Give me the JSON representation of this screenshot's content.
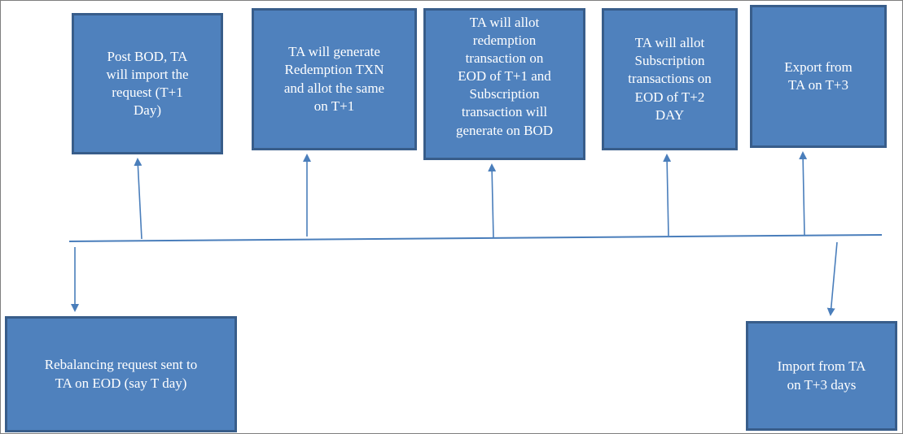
{
  "diagram": {
    "top_steps": [
      {
        "text": "Post BOD, TA\nwill import the\nrequest (T+1\nDay)"
      },
      {
        "text": "TA will generate\nRedemption TXN\nand allot the same\non T+1"
      },
      {
        "text": "TA will allot\nredemption\ntransaction on\nEOD of T+1 and\nSubscription\ntransaction will\ngenerate on BOD"
      },
      {
        "text": "TA will allot\nSubscription\ntransactions on\nEOD of T+2\nDAY"
      },
      {
        "text": "Export from\nTA on T+3"
      }
    ],
    "bottom_steps": {
      "start": "Rebalancing request sent to\nTA on EOD (say T day)",
      "end": "Import from TA\non T+3 days"
    },
    "colors": {
      "box_fill": "#4f81bd",
      "box_border": "#385d8a",
      "text": "#ffffff",
      "connector": "#4a7ebb"
    }
  }
}
